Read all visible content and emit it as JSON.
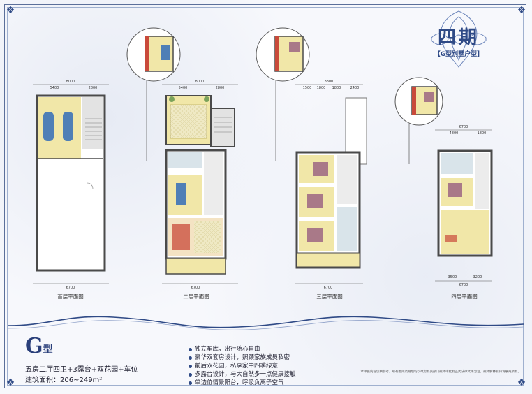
{
  "header": {
    "phase_title": "四期",
    "phase_subtitle": "【G型别墅户型】"
  },
  "floors": [
    {
      "id": "first",
      "caption": "首层平面图",
      "top_dims": [
        "5400",
        "2800"
      ],
      "total_top": "8000",
      "bottom_dim": "6700"
    },
    {
      "id": "second",
      "caption": "二层平面图",
      "top_dims": [
        "5400",
        "2800"
      ],
      "total_top": "8000",
      "bottom_dim": "6700"
    },
    {
      "id": "third",
      "caption": "三层平面图",
      "top_dims": [
        "1500",
        "1800",
        "1800",
        "2400"
      ],
      "total_top": "8300",
      "bottom_dim": "6700"
    },
    {
      "id": "fourth",
      "caption": "四层平面图",
      "top_dims": [
        "4800",
        "1800"
      ],
      "total_top": "6700",
      "bottom_dim": "6700",
      "bottom_split": [
        "3500",
        "3200"
      ]
    }
  ],
  "type_label": {
    "letter": "G",
    "suffix": "型"
  },
  "description": {
    "line1": "五房二厅四卫+3露台+双花园+车位",
    "line2": "建筑面积：206~249m²"
  },
  "features": [
    "独立车库，出行随心自由",
    "豪华双套房设计，照顾家族成员私密",
    "前后双花园，私享家中四季绿意",
    "多露台设计，与大自然多一点健康接触",
    "单边位情景阳台，呼吸负离子空气"
  ],
  "disclaimer": "本单张内容仅供参考，所有图则及规划均以政府有关部门最终审批及正式法律文件为准，最终解释权归发展商所有。",
  "colors": {
    "accent": "#2f4a86",
    "wall": "#4a4a4a",
    "floor_yellow": "#f1e7a8",
    "floor_grey": "#d9d9d9",
    "garden_green": "#7aa25a"
  }
}
